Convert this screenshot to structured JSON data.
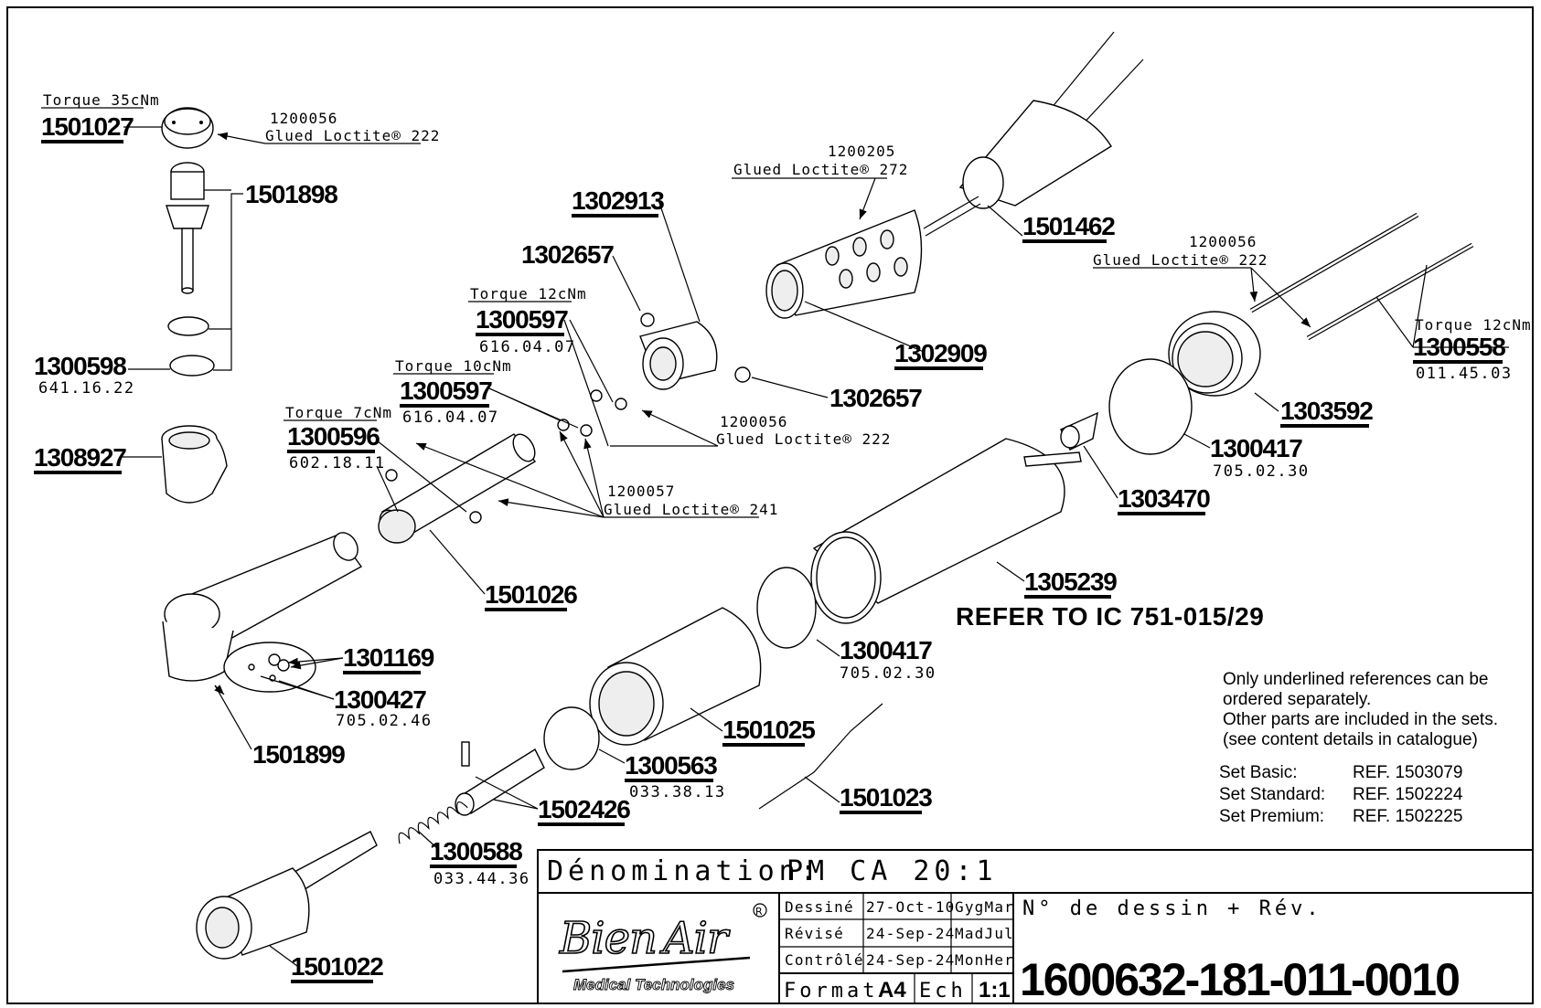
{
  "callouts": {
    "p1501027": {
      "num": "1501027",
      "torque": "Torque 35cNm"
    },
    "p1200056a": {
      "num": "1200056",
      "glue": "Glued Loctite® 222"
    },
    "p1501898": {
      "num": "1501898"
    },
    "p1300598": {
      "num": "1300598",
      "sub": "641.16.22"
    },
    "p1308927": {
      "num": "1308927"
    },
    "p1302913": {
      "num": "1302913"
    },
    "p1302657a": {
      "num": "1302657"
    },
    "p1300597a": {
      "num": "1300597",
      "torque": "Torque 12cNm",
      "sub": "616.04.07"
    },
    "p1300597b": {
      "num": "1300597",
      "torque": "Torque 10cNm",
      "sub": "616.04.07"
    },
    "p1300596": {
      "num": "1300596",
      "torque": "Torque 7cNm",
      "sub": "602.18.11"
    },
    "p1200205": {
      "num": "1200205",
      "glue": "Glued Loctite® 272"
    },
    "p1501462": {
      "num": "1501462"
    },
    "p1200056b": {
      "num": "1200056",
      "glue": "Glued Loctite® 222"
    },
    "p1302909": {
      "num": "1302909"
    },
    "p1302657b": {
      "num": "1302657"
    },
    "p1200056c": {
      "num": "1200056",
      "glue": "Glued Loctite® 222"
    },
    "p1200057": {
      "num": "1200057",
      "glue": "Glued Loctite® 241"
    },
    "p1300558": {
      "num": "1300558",
      "torque": "Torque 12cNm",
      "sub": "011.45.03"
    },
    "p1303592": {
      "num": "1303592"
    },
    "p1300417a": {
      "num": "1300417",
      "sub": "705.02.30"
    },
    "p1303470": {
      "num": "1303470"
    },
    "p1305239": {
      "num": "1305239",
      "note": "REFER TO IC 751-015/29"
    },
    "p1501026": {
      "num": "1501026"
    },
    "p1301169": {
      "num": "1301169"
    },
    "p1300427": {
      "num": "1300427",
      "sub": "705.02.46"
    },
    "p1501899": {
      "num": "1501899"
    },
    "p1300417b": {
      "num": "1300417",
      "sub": "705.02.30"
    },
    "p1501025": {
      "num": "1501025"
    },
    "p1300563": {
      "num": "1300563",
      "sub": "033.38.13"
    },
    "p1502426": {
      "num": "1502426"
    },
    "p1501023": {
      "num": "1501023"
    },
    "p1300588": {
      "num": "1300588",
      "sub": "033.44.36"
    },
    "p1501022": {
      "num": "1501022"
    }
  },
  "notes": {
    "line1": "Only underlined references can be",
    "line2": "ordered separately.",
    "line3": "Other parts are included in the sets.",
    "line4": "(see content details in catalogue)"
  },
  "sets": [
    {
      "label": "Set Basic:",
      "ref": "REF. 1503079"
    },
    {
      "label": "Set Standard:",
      "ref": "REF. 1502224"
    },
    {
      "label": "Set Premium:",
      "ref": "REF. 1502225"
    }
  ],
  "title_block": {
    "denomination_label": "Dénomination:",
    "denomination_value": "PM CA 20:1",
    "rows": [
      {
        "label": "Dessiné",
        "date": "27-Oct-10",
        "author": "GygMar"
      },
      {
        "label": "Révisé",
        "date": "24-Sep-24",
        "author": "MadJul"
      },
      {
        "label": "Contrôlé",
        "date": "24-Sep-24",
        "author": "MonHer"
      }
    ],
    "format_label": "Format",
    "format_value": "A4",
    "scale_label": "Ech",
    "scale_value": "1:1",
    "drawing_label": "N° de dessin + Rév.",
    "drawing_number": "1600632-181-011-0010",
    "logo_text": "Bien Air",
    "logo_sub": "Medical Technologies"
  }
}
